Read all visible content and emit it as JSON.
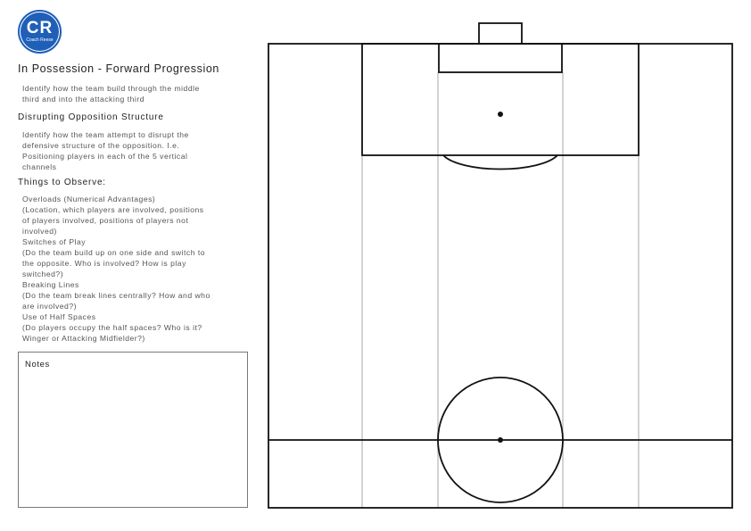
{
  "logo": {
    "mark": "CR",
    "name": "Coach Reese"
  },
  "sections": {
    "possession": {
      "title": "In Possession - Forward Progression",
      "lines": [
        "Identify how the team build through the middle",
        "third and into the attacking third"
      ]
    },
    "disrupting": {
      "title": "Disrupting Opposition Structure",
      "lines": [
        "Identify how the team attempt to disrupt the",
        "defensive structure of the opposition. I.e.",
        "Positioning players in each of the 5 vertical",
        "channels"
      ]
    },
    "observe": {
      "title": "Things to Observe:",
      "lines": [
        "Overloads (Numerical Advantages)",
        "(Location, which players are involved, positions",
        "of players involved, positions of players not",
        "involved)",
        "Switches of Play",
        "(Do the team build up on one side and switch to",
        "the opposite. Who is involved? How is play",
        "switched?)",
        "Breaking Lines",
        "(Do the team break lines centrally? How and who",
        "are involved?)",
        "Use of Half Spaces",
        "(Do players occupy the half spaces? Who is it?",
        "Winger or Attacking Midfielder?)"
      ]
    }
  },
  "notes": {
    "label": "Notes"
  },
  "pitch": {
    "line_color": "#111111",
    "channel_color": "#c8c8c8",
    "channel_count": 5
  }
}
